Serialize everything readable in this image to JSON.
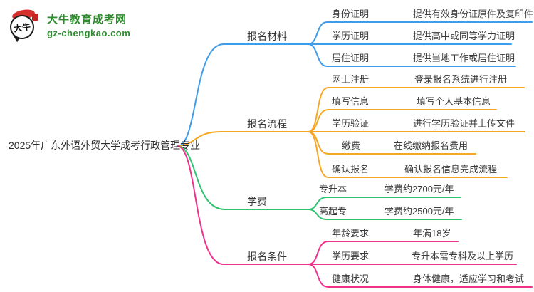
{
  "brand": {
    "title": "大牛教育成考网",
    "domain": "gz-chengkao.com",
    "icon_text": "大牛",
    "title_color": "#2e8b2e",
    "icon_red": "#d5302b"
  },
  "root": {
    "label": "2025年广东外语外贸大学成考行政管理专业"
  },
  "branches": [
    {
      "label": "报名材料",
      "color": "#3e9cea",
      "rows": [
        {
          "topic": "身份证明",
          "leaf": "提供有效身份证原件及复印件"
        },
        {
          "topic": "学历证明",
          "leaf": "提供高中或同等学力证明"
        },
        {
          "topic": "居住证明",
          "leaf": "提供当地工作或居住证明"
        }
      ]
    },
    {
      "label": "报名流程",
      "color": "#f5a623",
      "rows": [
        {
          "topic": "网上注册",
          "leaf": "登录报名系统进行注册"
        },
        {
          "topic": "填写信息",
          "leaf": "填写个人基本信息"
        },
        {
          "topic": "学历验证",
          "leaf": "进行学历验证并上传文件"
        },
        {
          "topic": "缴费",
          "leaf": "在线缴纳报名费用"
        },
        {
          "topic": "确认报名",
          "leaf": "确认报名信息完成流程"
        }
      ]
    },
    {
      "label": "学费",
      "color": "#2fc370",
      "rows": [
        {
          "topic": "专升本",
          "leaf": "学费约2700元/年"
        },
        {
          "topic": "高起专",
          "leaf": "学费约2500元/年"
        }
      ]
    },
    {
      "label": "报名条件",
      "color": "#f1308c",
      "rows": [
        {
          "topic": "年龄要求",
          "leaf": "年满18岁"
        },
        {
          "topic": "学历要求",
          "leaf": "专升本需专科及以上学历"
        },
        {
          "topic": "健康状况",
          "leaf": "身体健康，适应学习和考试"
        }
      ]
    }
  ]
}
